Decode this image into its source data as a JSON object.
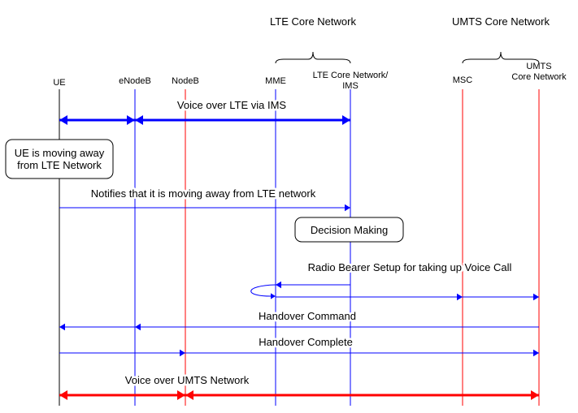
{
  "groups": [
    {
      "label": "LTE Core Network",
      "from": "mme",
      "to": "ltecore"
    },
    {
      "label": "UMTS Core Network",
      "from": "msc",
      "to": "umts"
    }
  ],
  "lifelines": [
    {
      "id": "ue",
      "label": [
        "UE"
      ],
      "color": "#000000"
    },
    {
      "id": "enb",
      "label": [
        "eNodeB"
      ],
      "color": "#0000ff"
    },
    {
      "id": "nodeb",
      "label": [
        "NodeB"
      ],
      "color": "#ff0000"
    },
    {
      "id": "mme",
      "label": [
        "MME"
      ],
      "color": "#0000ff"
    },
    {
      "id": "ltecore",
      "label": [
        "LTE Core Network/",
        "IMS"
      ],
      "color": "#0000ff"
    },
    {
      "id": "msc",
      "label": [
        "MSC"
      ],
      "color": "#ff0000"
    },
    {
      "id": "umts",
      "label": [
        "UMTS",
        "Core Network"
      ],
      "color": "#ff0000"
    }
  ],
  "notes": [
    {
      "text": [
        "UE is moving away",
        "from LTE Network"
      ]
    },
    {
      "text": [
        "Decision Making"
      ]
    }
  ],
  "messages": [
    {
      "label": "Voice over LTE via IMS",
      "segments": [
        [
          "ue",
          "enb",
          "both"
        ],
        [
          "enb",
          "ltecore",
          "both"
        ]
      ],
      "style": "thick",
      "color": "#0000ff"
    },
    {
      "label": "Notifies that it is moving away from LTE network",
      "segments": [
        [
          "ue",
          "ltecore",
          "right"
        ]
      ],
      "style": "thin",
      "color": "#0000ff"
    },
    {
      "label": "Radio Bearer Setup for taking up Voice Call",
      "segments": [
        [
          "ltecore",
          "mme",
          "left"
        ]
      ],
      "style": "thin",
      "color": "#0000ff"
    },
    {
      "label": "",
      "segments": [
        [
          "mme",
          "msc",
          "right"
        ],
        [
          "msc",
          "umts",
          "right"
        ]
      ],
      "style": "thin",
      "color": "#0000ff",
      "selfloop": "mme"
    },
    {
      "label": "Handover Command",
      "segments": [
        [
          "umts",
          "enb",
          "left"
        ],
        [
          "enb",
          "ue",
          "left"
        ]
      ],
      "style": "thin",
      "color": "#0000ff"
    },
    {
      "label": "Handover Complete",
      "segments": [
        [
          "ue",
          "nodeb",
          "right"
        ],
        [
          "nodeb",
          "umts",
          "right"
        ]
      ],
      "style": "thin",
      "color": "#0000ff"
    },
    {
      "label": "Voice over UMTS Network",
      "segments": [
        [
          "ue",
          "nodeb",
          "both"
        ],
        [
          "nodeb",
          "umts",
          "both"
        ]
      ],
      "style": "thick",
      "color": "#ff0000"
    }
  ]
}
